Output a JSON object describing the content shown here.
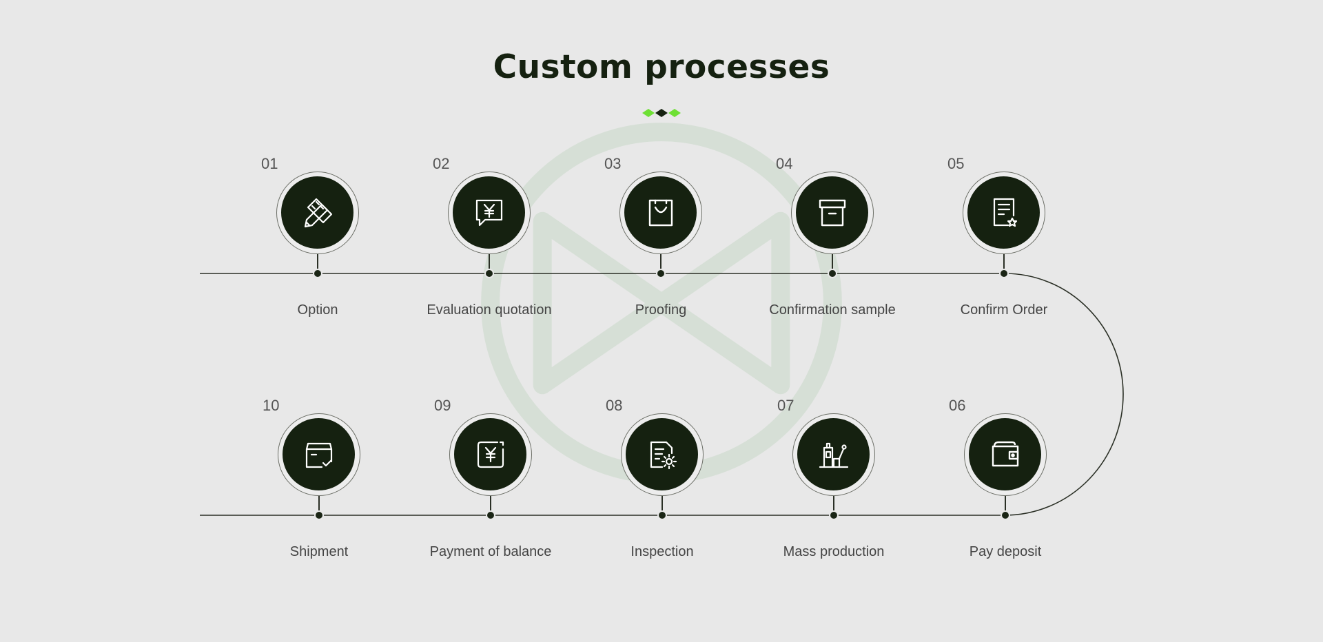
{
  "title": "Custom processes",
  "colors": {
    "accent": "#6ee034",
    "dark": "#152110",
    "line": "#2a2f25",
    "background": "#e8e8e8"
  },
  "steps": [
    {
      "number": "01",
      "label": "Option",
      "icon": "pencil-ruler-icon"
    },
    {
      "number": "02",
      "label": "Evaluation quotation",
      "icon": "yuan-chat-icon"
    },
    {
      "number": "03",
      "label": "Proofing",
      "icon": "shopping-bag-icon"
    },
    {
      "number": "04",
      "label": "Confirmation sample",
      "icon": "archive-box-icon"
    },
    {
      "number": "05",
      "label": "Confirm Order",
      "icon": "document-star-icon"
    },
    {
      "number": "06",
      "label": "Pay deposit",
      "icon": "wallet-icon"
    },
    {
      "number": "07",
      "label": "Mass production",
      "icon": "factory-icon"
    },
    {
      "number": "08",
      "label": "Inspection",
      "icon": "document-gear-icon"
    },
    {
      "number": "09",
      "label": "Payment of balance",
      "icon": "yuan-card-icon"
    },
    {
      "number": "10",
      "label": "Shipment",
      "icon": "package-check-icon"
    }
  ]
}
